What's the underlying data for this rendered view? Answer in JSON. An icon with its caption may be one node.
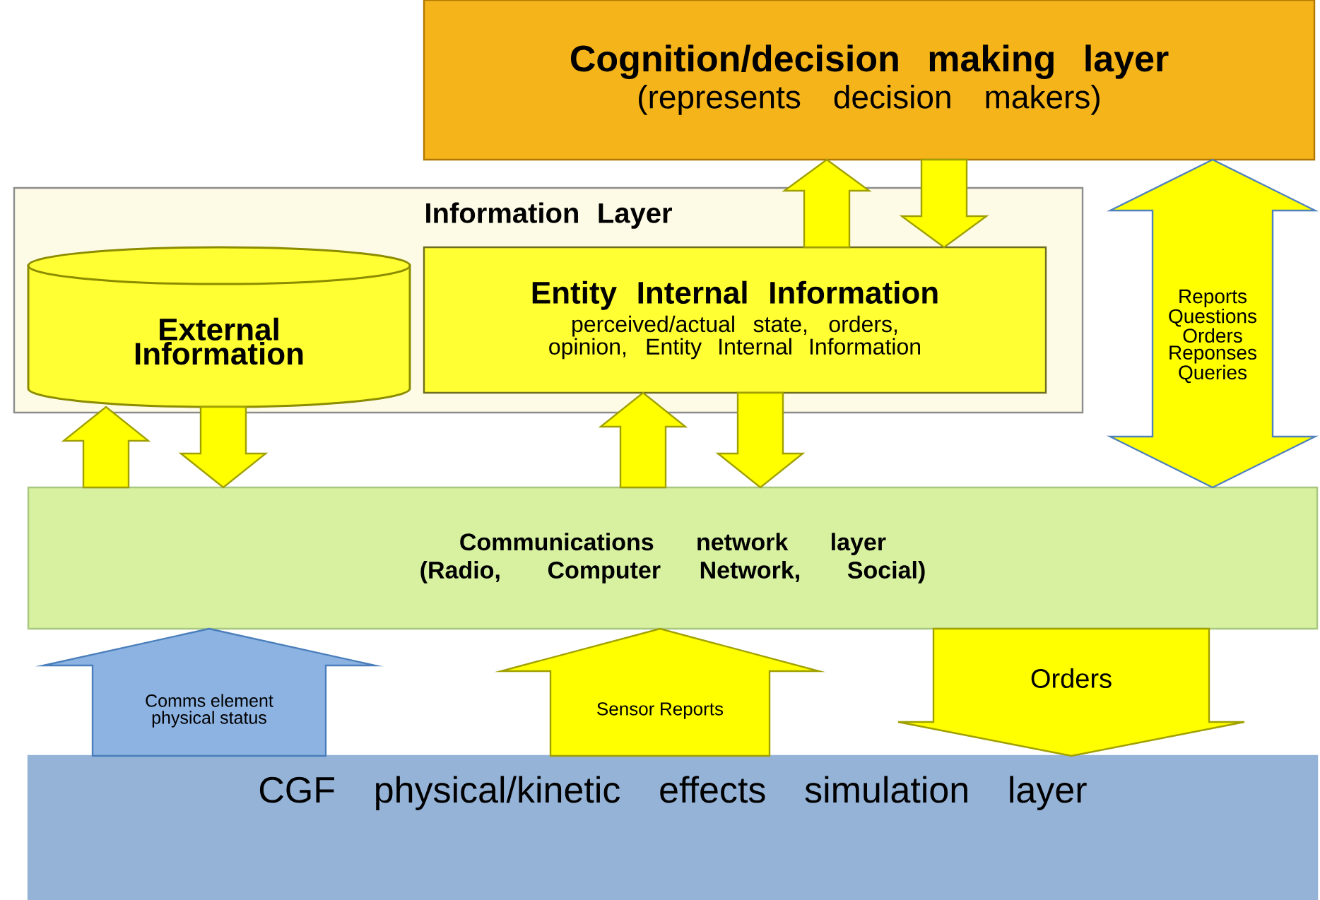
{
  "diagram": {
    "nodes": [
      {
        "text": [
          "Cognition/decision making layer",
          "(represents decision makers)"
        ]
      },
      {
        "text": [
          "Information Layer"
        ]
      },
      {
        "text": [
          "External Information"
        ],
        "in": 1
      },
      {
        "text": [
          "Entity Internal Information",
          "perceived/actual state, orders, opinion, Entity Internal Information"
        ],
        "in": 1
      },
      {
        "text": [
          "Communications network layer",
          "(Radio, Computer Network, Social)"
        ]
      },
      {
        "text": [
          "CGF physical/kinetic effects simulation layer"
        ]
      }
    ],
    "edges": [
      {
        "from": 3,
        "to": 0,
        "arrow": "to"
      },
      {
        "from": 0,
        "to": 3,
        "arrow": "to"
      },
      {
        "from": 4,
        "to": 2,
        "arrow": "to"
      },
      {
        "from": 2,
        "to": 4,
        "arrow": "to"
      },
      {
        "from": 4,
        "to": 3,
        "arrow": "to"
      },
      {
        "from": 3,
        "to": 4,
        "arrow": "to"
      },
      {
        "from": 0,
        "to": 4,
        "arrow": "both",
        "label": "Reports Questions Orders Reponses Queries"
      },
      {
        "from": 5,
        "to": 4,
        "arrow": "to",
        "label": "Comms element physical status",
        "color": "#8db3e2"
      },
      {
        "from": 5,
        "to": 4,
        "arrow": "to",
        "label": "Sensor Reports"
      },
      {
        "from": 4,
        "to": 5,
        "arrow": "to",
        "label": "Orders"
      }
    ]
  }
}
